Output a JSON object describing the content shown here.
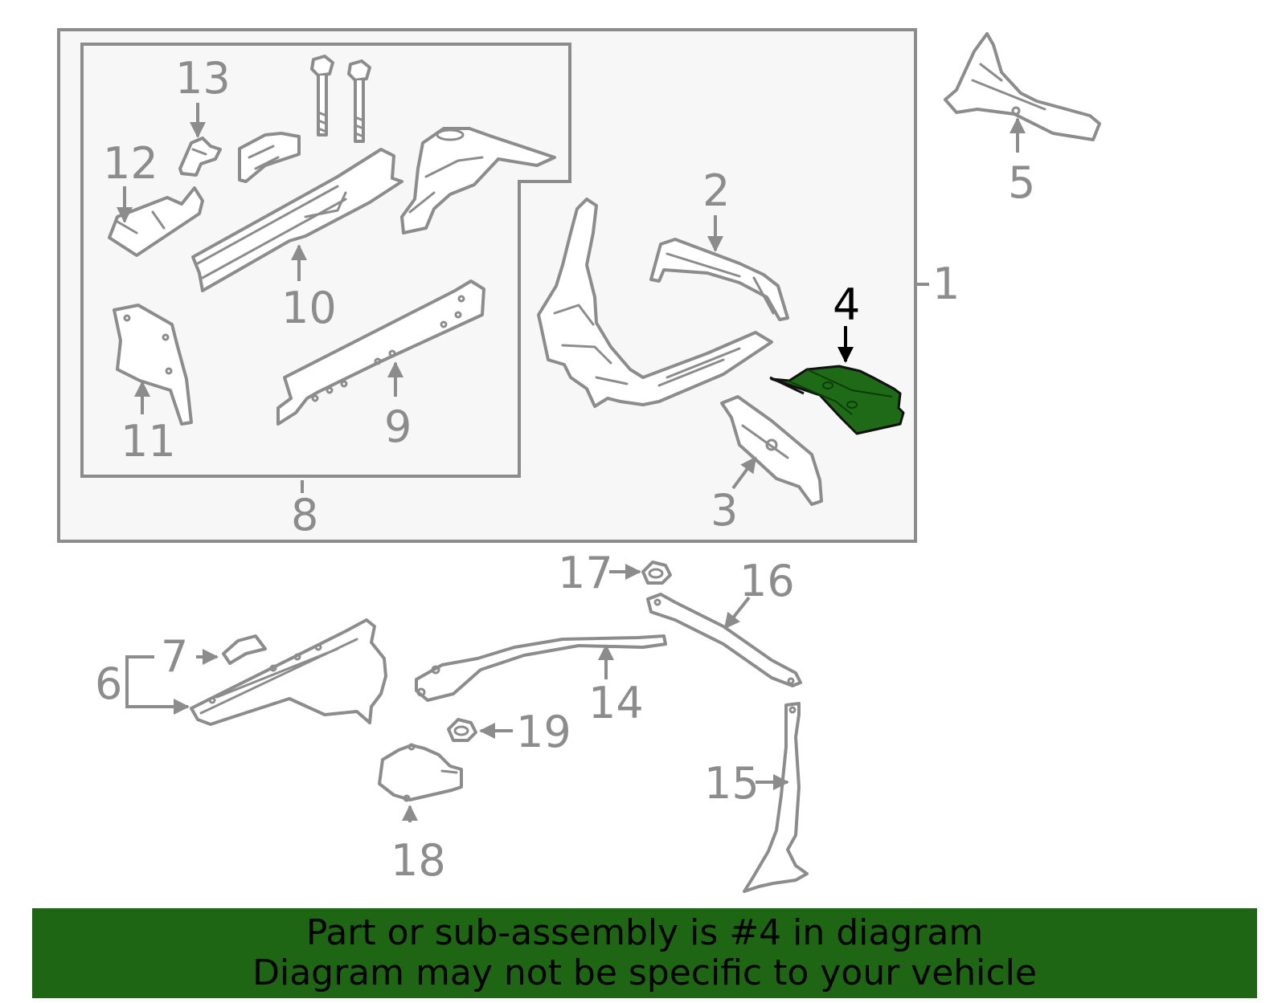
{
  "colors": {
    "outline": "#8c8c8c",
    "panel_fill": "#f7f7f7",
    "highlight_part": "#1f6a16",
    "banner": "#1e6614"
  },
  "highlighted_part": "4",
  "callouts": {
    "c1": "1",
    "c2": "2",
    "c3": "3",
    "c4": "4",
    "c5": "5",
    "c6": "6",
    "c7": "7",
    "c8": "8",
    "c9": "9",
    "c10": "10",
    "c11": "11",
    "c12": "12",
    "c13": "13",
    "c14": "14",
    "c15": "15",
    "c16": "16",
    "c17": "17",
    "c18": "18",
    "c19": "19"
  },
  "banner": {
    "line1": "Part or sub-assembly is #4 in diagram",
    "line2": "Diagram may not be specific to your vehicle"
  }
}
